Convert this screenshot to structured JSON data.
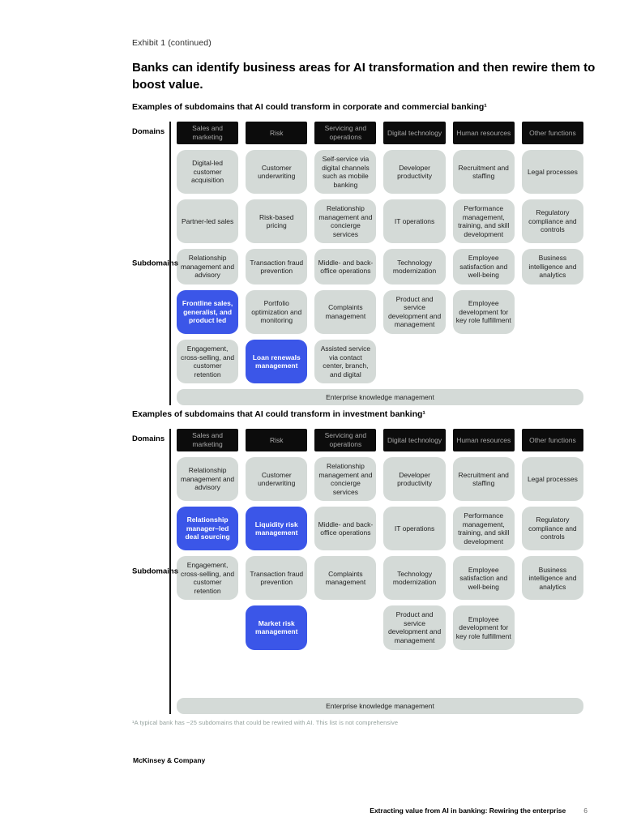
{
  "page": {
    "exhibit_label": "Exhibit 1 (continued)",
    "title": "Banks can identify business areas for AI transformation and then rewire them to boost value.",
    "footnote": "¹A typical bank has ~25 subdomains that could be rewired with AI. This list is not comprehensive",
    "brand": "McKinsey & Company",
    "footer_text": "Extracting value from AI in banking: Rewiring the enterprise",
    "page_number": "6"
  },
  "colors": {
    "highlight_blue": "#3b56e8",
    "cell_gray": "#d4dad7",
    "domain_black": "#0c0c0c"
  },
  "charts": [
    {
      "caption": "Examples of subdomains that AI could transform in corporate and commercial banking¹",
      "domains_label": "Domains",
      "subdomains_label": "Subdomains",
      "domains": [
        "Sales and marketing",
        "Risk",
        "Servicing and operations",
        "Digital technology",
        "Human resources",
        "Other functions"
      ],
      "rows": [
        [
          {
            "text": "Digital-led customer acquisition"
          },
          {
            "text": "Customer underwriting"
          },
          {
            "text": "Self-service via digital channels such as mobile banking"
          },
          {
            "text": "Developer productivity"
          },
          {
            "text": "Recruitment and staffing"
          },
          {
            "text": "Legal processes"
          }
        ],
        [
          {
            "text": "Partner-led sales"
          },
          {
            "text": "Risk-based pricing"
          },
          {
            "text": "Relationship management and concierge services"
          },
          {
            "text": "IT operations"
          },
          {
            "text": "Performance management, training, and skill development"
          },
          {
            "text": "Regulatory compliance and controls"
          }
        ],
        [
          {
            "text": "Relationship management and advisory"
          },
          {
            "text": "Transaction fraud prevention"
          },
          {
            "text": "Middle- and back-office operations"
          },
          {
            "text": "Technology modernization"
          },
          {
            "text": "Employee satisfaction and well-being"
          },
          {
            "text": "Business intelligence and analytics"
          }
        ],
        [
          {
            "text": "Frontline sales, generalist, and product led",
            "highlight": true
          },
          {
            "text": "Portfolio optimization and monitoring"
          },
          {
            "text": "Complaints management"
          },
          {
            "text": "Product and service development and management"
          },
          {
            "text": "Employee development for key role fulfillment"
          },
          {
            "text": ""
          }
        ],
        [
          {
            "text": "Engagement, cross-selling, and customer retention"
          },
          {
            "text": "Loan renewals management",
            "highlight": true
          },
          {
            "text": "Assisted service via contact center, branch, and digital"
          },
          {
            "text": ""
          },
          {
            "text": ""
          },
          {
            "text": ""
          }
        ]
      ],
      "bottom_bar": "Enterprise knowledge management",
      "bar_gap": false
    },
    {
      "caption": "Examples of subdomains that AI could transform in investment banking¹",
      "domains_label": "Domains",
      "subdomains_label": "Subdomains",
      "domains": [
        "Sales and marketing",
        "Risk",
        "Servicing and operations",
        "Digital technology",
        "Human resources",
        "Other functions"
      ],
      "rows": [
        [
          {
            "text": "Relationship management and advisory"
          },
          {
            "text": "Customer underwriting"
          },
          {
            "text": "Relationship management and concierge services"
          },
          {
            "text": "Developer productivity"
          },
          {
            "text": "Recruitment and staffing"
          },
          {
            "text": "Legal processes"
          }
        ],
        [
          {
            "text": "Relationship manager–led deal sourcing",
            "highlight": true
          },
          {
            "text": "Liquidity risk management",
            "highlight": true
          },
          {
            "text": "Middle- and back-office operations"
          },
          {
            "text": "IT operations"
          },
          {
            "text": "Performance management, training, and skill development"
          },
          {
            "text": "Regulatory compliance and controls"
          }
        ],
        [
          {
            "text": "Engagement, cross-selling, and customer retention"
          },
          {
            "text": "Transaction fraud prevention"
          },
          {
            "text": "Complaints management"
          },
          {
            "text": "Technology modernization"
          },
          {
            "text": "Employee satisfaction and well-being"
          },
          {
            "text": "Business intelligence and analytics"
          }
        ],
        [
          {
            "text": ""
          },
          {
            "text": "Market risk management",
            "highlight": true
          },
          {
            "text": ""
          },
          {
            "text": "Product and service development and management"
          },
          {
            "text": "Employee development for key role fulfillment"
          },
          {
            "text": ""
          }
        ]
      ],
      "bottom_bar": "Enterprise knowledge management",
      "bar_gap": true
    }
  ]
}
